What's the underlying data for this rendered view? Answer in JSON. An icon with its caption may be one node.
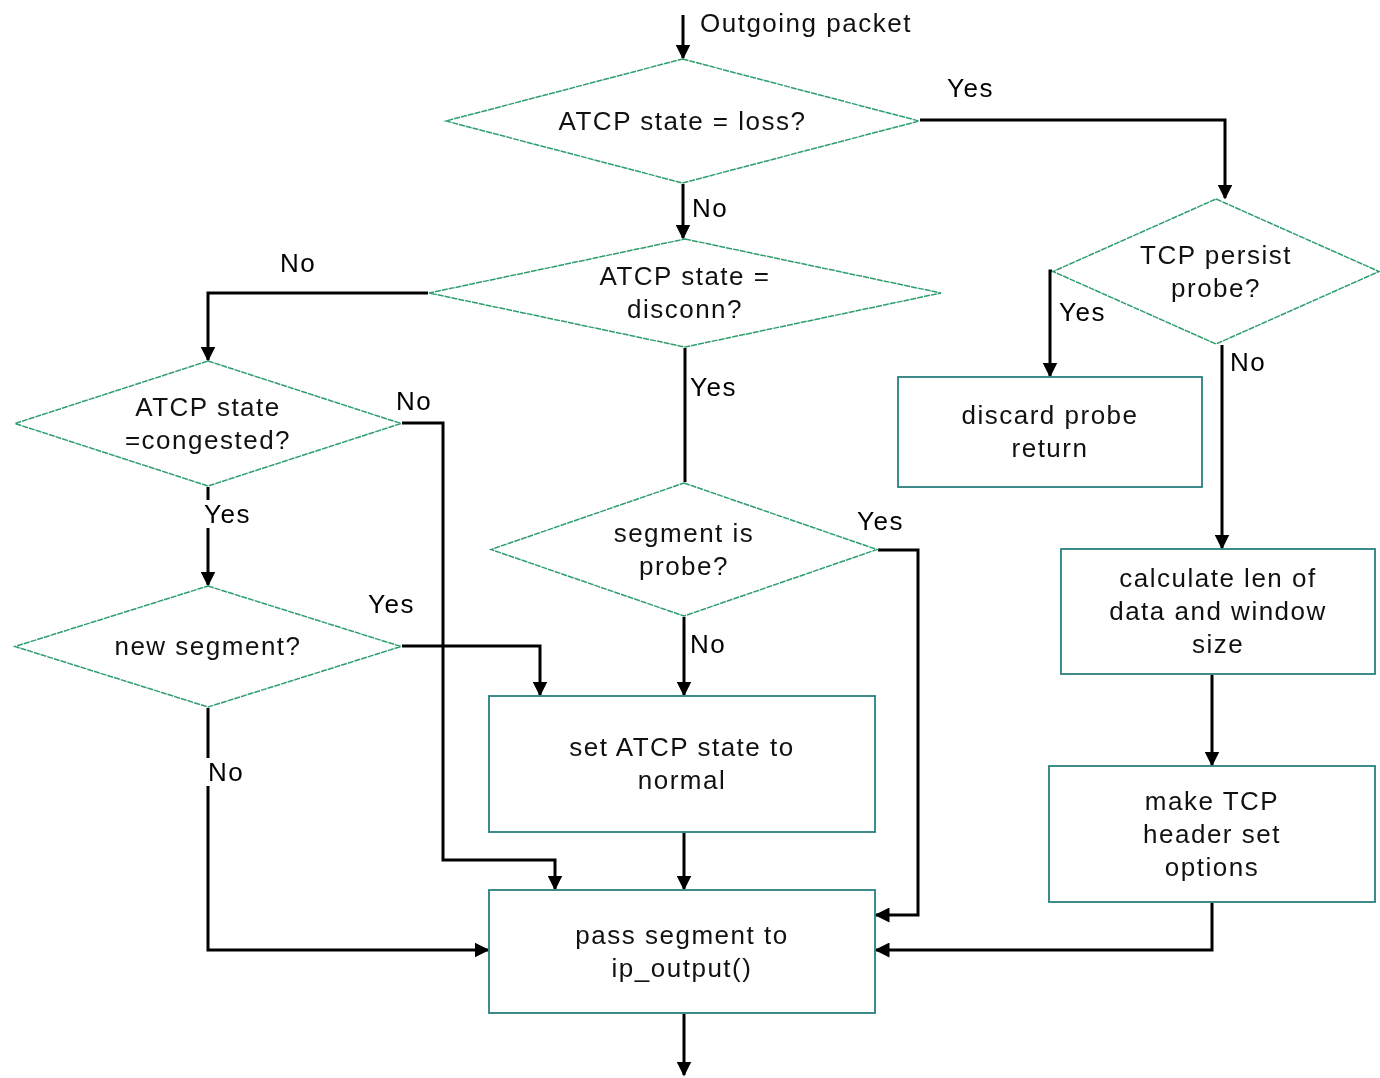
{
  "diagram": {
    "nodes": [
      {
        "text": [
          "Outgoing packet"
        ]
      },
      {
        "text": [
          "ATCP state = loss?"
        ]
      },
      {
        "text": [
          "TCP persist probe?"
        ]
      },
      {
        "text": [
          "ATCP state = disconn?"
        ]
      },
      {
        "text": [
          "ATCP state =congested?"
        ]
      },
      {
        "text": [
          "discard probe return"
        ]
      },
      {
        "text": [
          "segment is probe?"
        ]
      },
      {
        "text": [
          "calculate len of data and window size"
        ]
      },
      {
        "text": [
          "new segment?"
        ]
      },
      {
        "text": [
          "set ATCP state to normal"
        ]
      },
      {
        "text": [
          "make TCP header set options"
        ]
      },
      {
        "text": [
          "pass segment to ip_output()"
        ]
      }
    ],
    "edges": [
      {
        "from": 0,
        "to": 1,
        "arrow": "to"
      },
      {
        "from": 1,
        "to": 2,
        "arrow": "to",
        "label": "Yes"
      },
      {
        "from": 1,
        "to": 3,
        "arrow": "to",
        "label": "No"
      },
      {
        "from": 3,
        "to": 4,
        "arrow": "to",
        "label": "No"
      },
      {
        "from": 3,
        "to": 6,
        "arrow": "none",
        "label": "Yes"
      },
      {
        "from": 2,
        "to": 5,
        "arrow": "to",
        "label": "Yes"
      },
      {
        "from": 2,
        "to": 7,
        "arrow": "to",
        "label": "No"
      },
      {
        "from": 4,
        "to": 8,
        "arrow": "to",
        "label": "Yes"
      },
      {
        "from": 4,
        "to": 11,
        "arrow": "to",
        "label": "No"
      },
      {
        "from": 8,
        "to": 9,
        "arrow": "to",
        "label": "Yes"
      },
      {
        "from": 8,
        "to": 11,
        "arrow": "to",
        "label": "No"
      },
      {
        "from": 6,
        "to": 11,
        "arrow": "to",
        "label": "Yes"
      },
      {
        "from": 6,
        "to": 9,
        "arrow": "to",
        "label": "No"
      },
      {
        "from": 9,
        "to": 11,
        "arrow": "to"
      },
      {
        "from": 7,
        "to": 10,
        "arrow": "to"
      },
      {
        "from": 10,
        "to": 11,
        "arrow": "to"
      },
      {
        "from": 11,
        "to": null,
        "arrow": "to"
      }
    ]
  }
}
